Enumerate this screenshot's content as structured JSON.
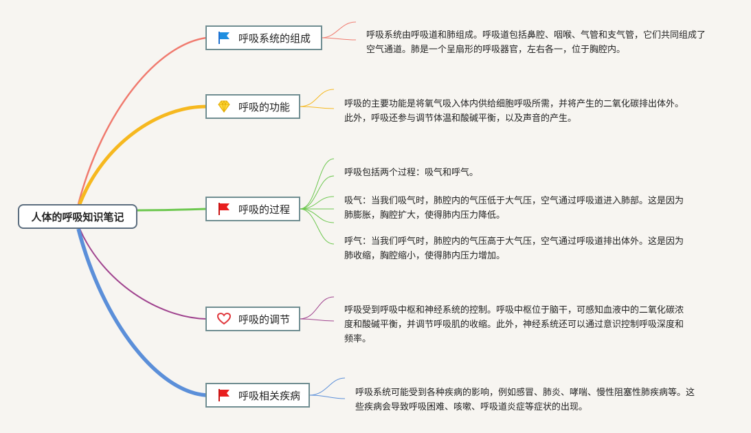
{
  "mindmap": {
    "root": {
      "label": "人体的呼吸知识笔记"
    },
    "branches": [
      {
        "label": "呼吸系统的组成",
        "icon": "blue-flag-icon",
        "color": "#f07a6e",
        "notes": [
          "呼吸系统由呼吸道和肺组成。呼吸道包括鼻腔、咽喉、气管和支气管，它们共同组成了空气通道。肺是一个呈扇形的呼吸器官，左右各一，位于胸腔内。"
        ]
      },
      {
        "label": "呼吸的功能",
        "icon": "diamond-icon",
        "color": "#f6b81f",
        "notes": [
          "呼吸的主要功能是将氧气吸入体内供给细胞呼吸所需，并将产生的二氧化碳排出体外。此外，呼吸还参与调节体温和酸碱平衡，以及声音的产生。"
        ]
      },
      {
        "label": "呼吸的过程",
        "icon": "red-flag-icon",
        "color": "#6cc74e",
        "notes": [
          "呼吸包括两个过程：吸气和呼气。",
          "吸气：当我们吸气时，肺腔内的气压低于大气压，空气通过呼吸道进入肺部。这是因为肺膨胀，胸腔扩大，使得肺内压力降低。",
          "呼气：当我们呼气时，肺腔内的气压高于大气压，空气通过呼吸道排出体外。这是因为肺收缩，胸腔缩小，使得肺内压力增加。"
        ]
      },
      {
        "label": "呼吸的调节",
        "icon": "heart-icon",
        "color": "#a0448f",
        "notes": [
          "呼吸受到呼吸中枢和神经系统的控制。呼吸中枢位于脑干，可感知血液中的二氧化碳浓度和酸碱平衡，并调节呼吸肌的收缩。此外，神经系统还可以通过意识控制呼吸深度和频率。"
        ]
      },
      {
        "label": "呼吸相关疾病",
        "icon": "red-flag-icon",
        "color": "#5b8fd9",
        "notes": [
          "呼吸系统可能受到各种疾病的影响，例如感冒、肺炎、哮喘、慢性阻塞性肺疾病等。这些疾病会导致呼吸困难、咳嗽、呼吸道炎症等症状的出现。"
        ]
      }
    ]
  }
}
